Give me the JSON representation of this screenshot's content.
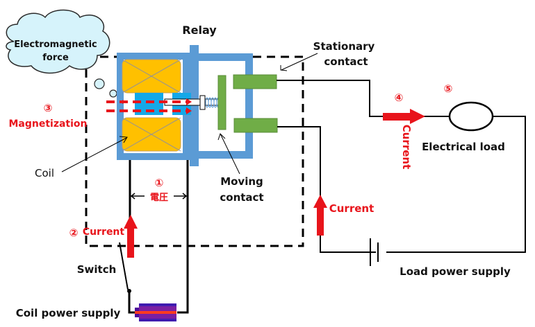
{
  "title": "Relay",
  "colors": {
    "frame": "#5b9bd5",
    "coil": "#ffc000",
    "core": "#14a8e8",
    "contact": "#70ad47",
    "cloud": "#d6f3fb",
    "accent_red": "#e8141b",
    "wire": "#000000"
  },
  "labels": {
    "relay": "Relay",
    "cloud_line1": "Electromagnetic",
    "cloud_line2": "force",
    "stationary_line1": "Stationary",
    "stationary_line2": "contact",
    "moving_line1": "Moving",
    "moving_line2": "contact",
    "coil": "Coil",
    "switch": "Switch",
    "coil_power_supply": "Coil power supply",
    "load_power_supply": "Load power supply",
    "electrical_load": "Electrical load"
  },
  "steps": {
    "step1_num": "①",
    "step1_text": "電圧",
    "step2_num": "②",
    "step2_text": "Current",
    "step3_num": "③",
    "step3_text": "Magnetization",
    "step4_num": "④",
    "step4_text": "Current",
    "step5_num": "⑤",
    "load_current_text": "Current"
  }
}
